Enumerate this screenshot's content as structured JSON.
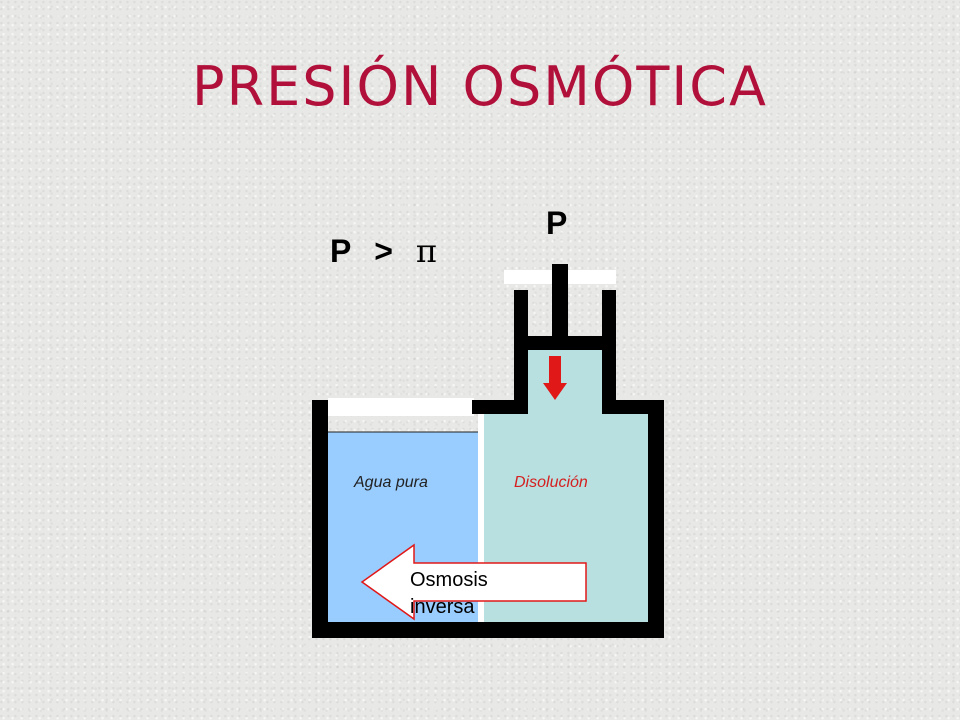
{
  "title": "PRESIÓN OSMÓTICA",
  "relation": {
    "left": "P",
    "operator": ">",
    "right": "π"
  },
  "piston_label": "P",
  "compartments": {
    "left": "Agua pura",
    "right": "Disolución"
  },
  "process": {
    "line1": "Osmosis",
    "line2": "inversa"
  },
  "colors": {
    "title": "#b0103a",
    "water": "#99ccff",
    "solution": "#b8e0e0",
    "container": "#000000",
    "force_arrow": "#e01818",
    "solution_label": "#d42020"
  }
}
